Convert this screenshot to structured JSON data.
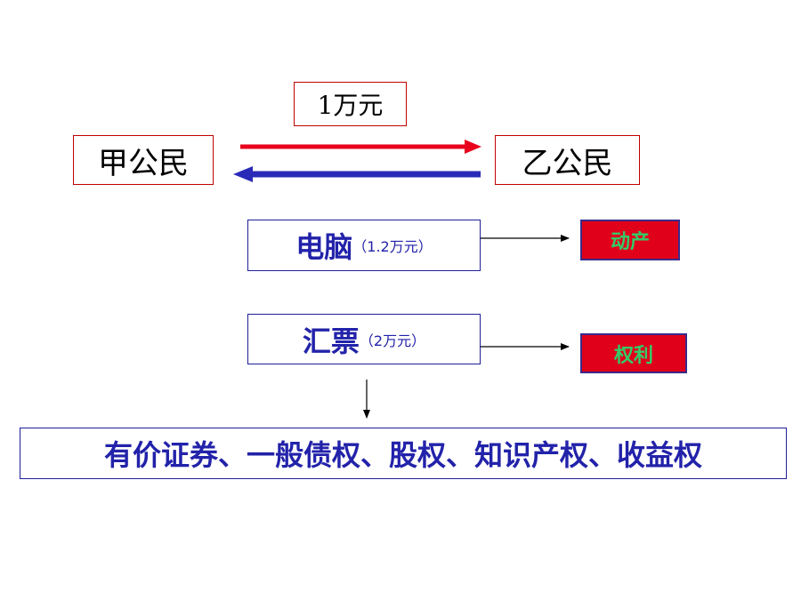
{
  "transfer": {
    "amount": "1万元"
  },
  "parties": {
    "citizen_a": "甲公民",
    "citizen_b": "乙公民"
  },
  "items": [
    {
      "name": "电脑",
      "value": "（1.2万元）",
      "category": "动产"
    },
    {
      "name": "汇票",
      "value": "（2万元）",
      "category": "权利"
    }
  ],
  "rights_list": "有价证券、一般债权、股权、知识产权、收益权",
  "colors": {
    "red_arrow": "#e8001c",
    "blue_arrow": "#2a2ab8",
    "tag_background": "#e0001a",
    "tag_text": "#33cc66",
    "blue_text": "#2222aa"
  }
}
